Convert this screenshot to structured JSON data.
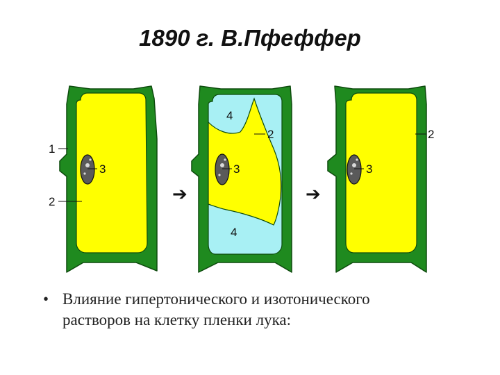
{
  "title": "1890 г. В.Пфеффер",
  "labels": {
    "cell1": {
      "wall": "1",
      "cytoplasm": "2",
      "nucleus": "3"
    },
    "cell2": {
      "vacuole_top": "4",
      "cytoplasm": "2",
      "nucleus": "3",
      "vacuole_bottom": "4"
    },
    "cell3": {
      "cytoplasm": "2",
      "nucleus": "3"
    }
  },
  "arrows": [
    "➔",
    "➔"
  ],
  "caption": {
    "bullet": "•",
    "line1": "Влияние гипертонического и изотонического",
    "line2": "растворов на клетку пленки лука:"
  },
  "colors": {
    "cell_wall": "#1f8a1f",
    "wall_outline": "#0d4a0d",
    "cytoplasm": "#ffff00",
    "solution": "#a8f0f4",
    "nucleus": "#5a5a5a"
  }
}
